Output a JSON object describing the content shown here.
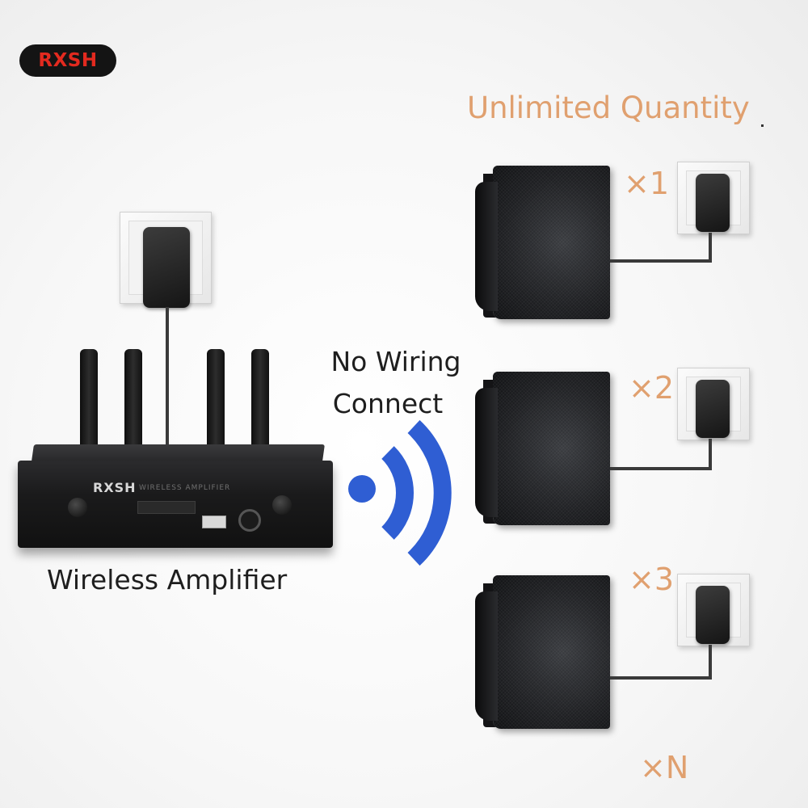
{
  "brand_badge": "RXSH",
  "headline": "Unlimited Quantity",
  "middle_label": {
    "line1": "No Wiring",
    "line2": "Connect"
  },
  "amplifier": {
    "label": "Wireless Amplifier",
    "brand": "RXSH",
    "model": "WIRELESS AMPLIFIER"
  },
  "speakers": [
    {
      "multiplier": "×1"
    },
    {
      "multiplier": "×2"
    },
    {
      "multiplier": "×3"
    }
  ],
  "last_multiplier": "×N",
  "colors": {
    "accent": "#e0a06f",
    "wifi": "#2f5ed3",
    "badge_text": "#e22a1f"
  }
}
